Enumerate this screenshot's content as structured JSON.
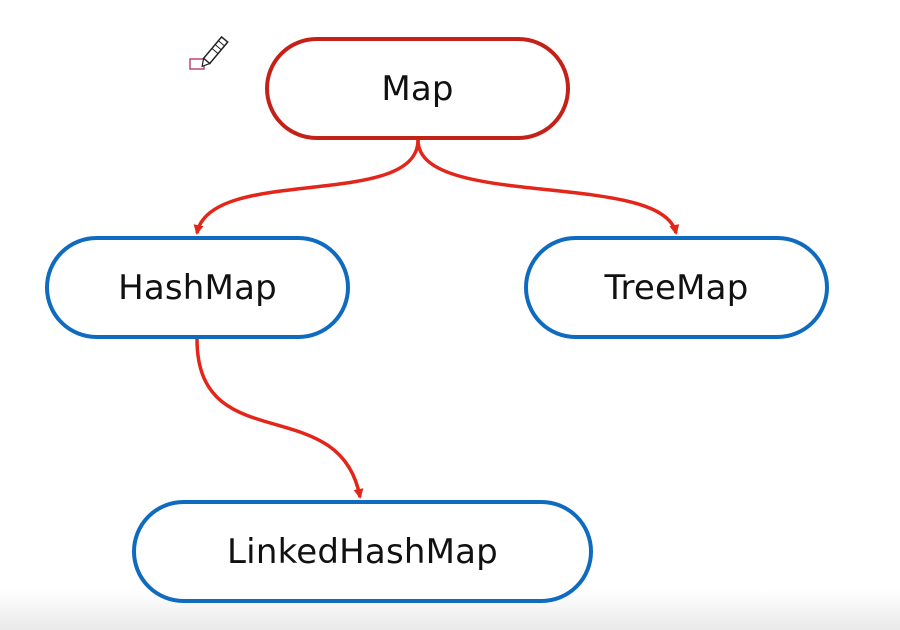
{
  "diagram": {
    "nodes": {
      "root": {
        "label": "Map"
      },
      "hashmap": {
        "label": "HashMap"
      },
      "treemap": {
        "label": "TreeMap"
      },
      "linked": {
        "label": "LinkedHashMap"
      }
    },
    "edges": [
      {
        "from": "Map",
        "to": "HashMap"
      },
      {
        "from": "Map",
        "to": "TreeMap"
      },
      {
        "from": "HashMap",
        "to": "LinkedHashMap"
      }
    ],
    "colors": {
      "root_border": "#c42218",
      "child_border": "#0f6bc0",
      "arrow": "#e32619"
    }
  },
  "overlay": {
    "cursor_icon": "pen-eraser-icon"
  }
}
